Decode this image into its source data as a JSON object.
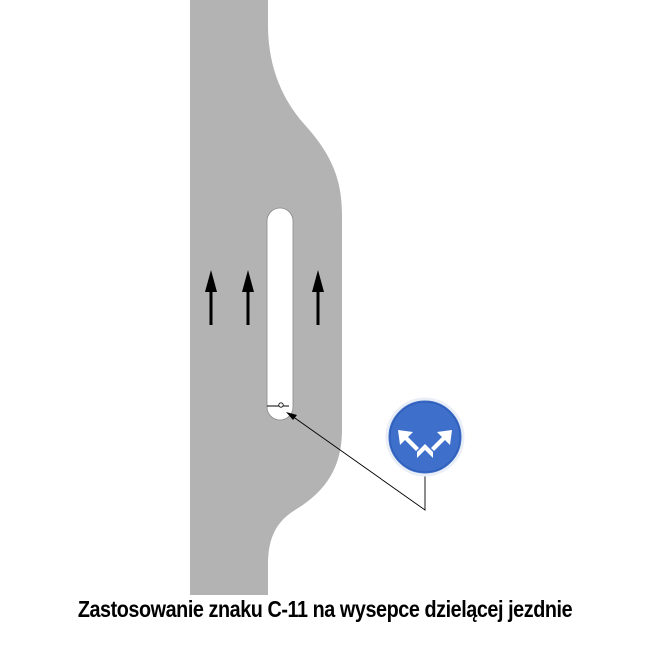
{
  "caption": "Zastosowanie znaku C-11 na wysepce dzielącej jezdnie",
  "colors": {
    "road": "#b3b3b3",
    "island": "#ffffff",
    "arrow": "#000000",
    "sign_blue": "#3d6fcb",
    "sign_border": "#ffffff",
    "leader_line": "#000000"
  },
  "road": {
    "direction": "up",
    "lane_arrows": 3
  },
  "sign": {
    "code": "C-11",
    "shape": "circle",
    "icon": "keep-left-or-right-arrows-icon"
  }
}
